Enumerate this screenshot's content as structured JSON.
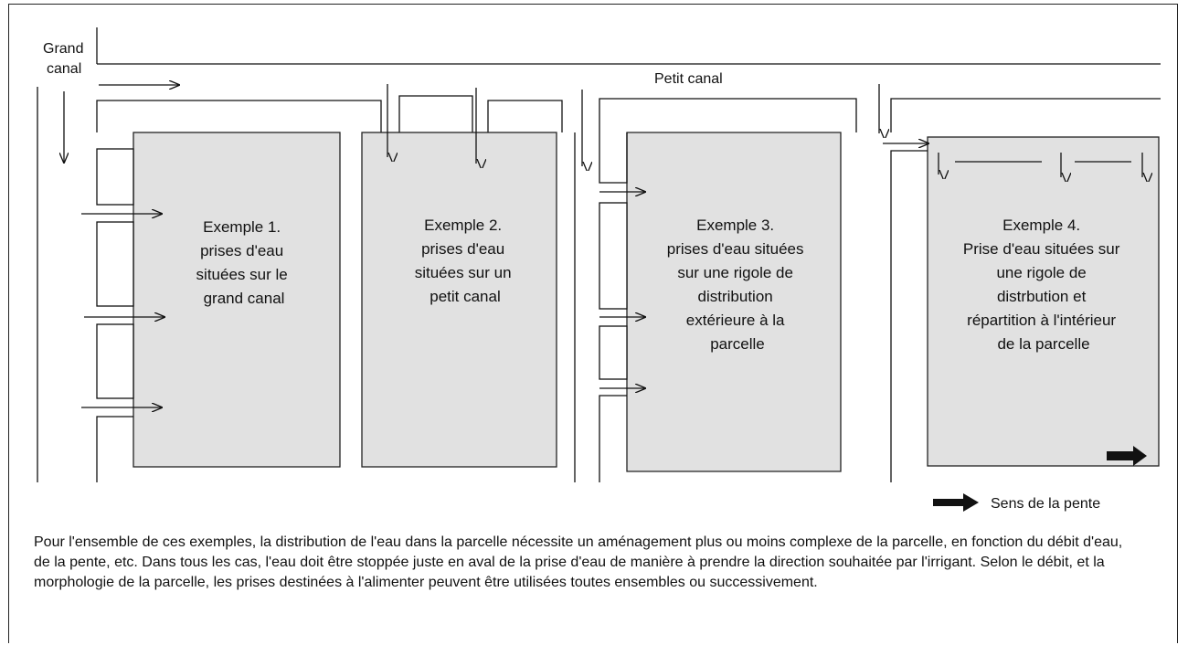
{
  "labels": {
    "grand_canal_1": "Grand",
    "grand_canal_2": "canal",
    "petit_canal": "Petit canal",
    "legend": "Sens de la pente"
  },
  "examples": [
    {
      "lines": [
        "Exemple 1.",
        "prises d'eau",
        "situées sur le",
        "grand canal"
      ]
    },
    {
      "lines": [
        "Exemple 2.",
        "prises d'eau",
        "situées sur un",
        "petit canal"
      ]
    },
    {
      "lines": [
        "Exemple 3.",
        "prises d'eau situées",
        "sur une rigole de",
        "distribution",
        "extérieure à la",
        "parcelle"
      ]
    },
    {
      "lines": [
        "Exemple 4.",
        "Prise d'eau situées sur",
        "une rigole de",
        "distrbution et",
        "répartition à l'intérieur",
        "de la parcelle"
      ]
    }
  ],
  "caption": "Pour l'ensemble de ces exemples, la distribution de l'eau dans la parcelle nécessite un aménagement plus ou moins complexe de la parcelle, en fonction du débit d'eau, de la pente, etc. Dans tous les cas, l'eau doit être stoppée juste en aval de la prise d'eau de manière à prendre la direction souhaitée par l'irrigant. Selon le débit, et la morphologie de la parcelle, les prises destinées à l'alimenter peuvent être utilisées toutes ensembles ou successivement."
}
